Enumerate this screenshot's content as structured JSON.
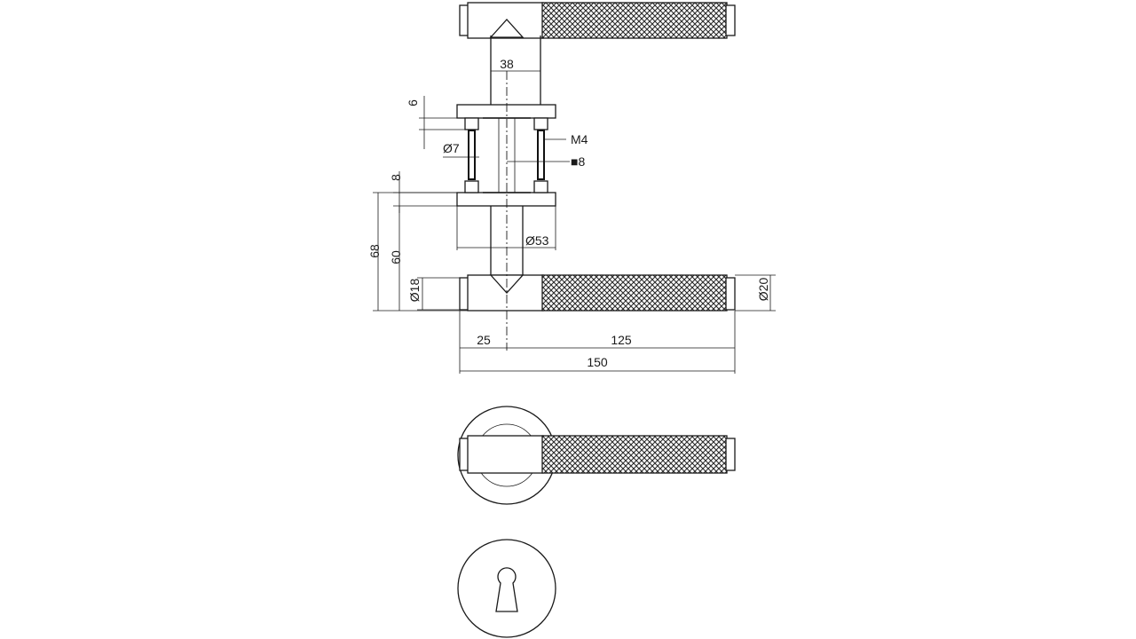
{
  "dimensions": {
    "d38": "38",
    "d6": "6",
    "m4": "M4",
    "d7": "Ø7",
    "sq8": "■8",
    "d8": "8",
    "d68": "68",
    "d60": "60",
    "d53": "Ø53",
    "d18": "Ø18",
    "d20": "Ø20",
    "d25": "25",
    "d125": "125",
    "d150": "150"
  },
  "colors": {
    "line": "#1a1a1a",
    "background": "#ffffff",
    "knurl": "#2a2a2a"
  }
}
